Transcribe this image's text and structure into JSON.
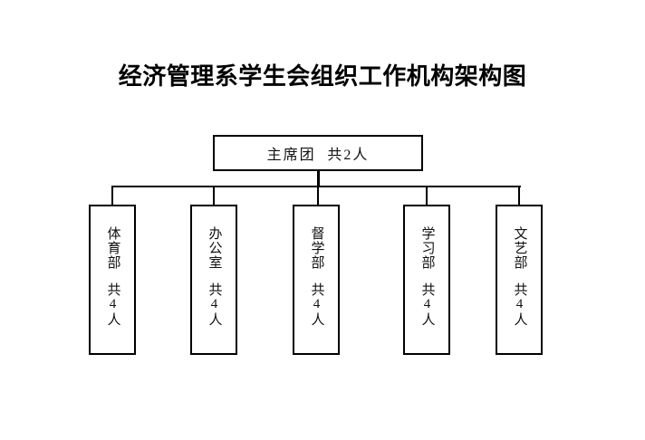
{
  "title": "经济管理系学生会组织工作机构架构图",
  "root": {
    "name": "主席团",
    "count": "共2人"
  },
  "departments": [
    {
      "id": "sports",
      "name": "体育部",
      "count": "共4人"
    },
    {
      "id": "office",
      "name": "办公室",
      "count": "共4人"
    },
    {
      "id": "supervision",
      "name": "督学部",
      "count": "共4人"
    },
    {
      "id": "study",
      "name": "学习部",
      "count": "共4人"
    },
    {
      "id": "arts",
      "name": "文艺部",
      "count": "共4人"
    }
  ],
  "colors": {
    "background": "#ffffff",
    "line": "#000000",
    "text": "#111111"
  }
}
